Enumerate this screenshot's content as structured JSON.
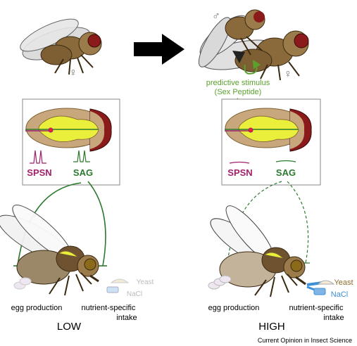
{
  "left": {
    "female_symbol": "♀",
    "spsn_label": "SPSN",
    "sag_label": "SAG",
    "egg_label": "egg production",
    "intake_label_1": "nutrient-specific",
    "intake_label_2": "intake",
    "yeast_label": "Yeast",
    "nacl_label": "NaCl",
    "state_label": "LOW"
  },
  "right": {
    "male_symbol": "♂",
    "female_symbol": "♀",
    "stimulus_line_1": "predictive stimulus",
    "stimulus_line_2": "(Sex Peptide)",
    "spsn_label": "SPSN",
    "sag_label": "SAG",
    "egg_label": "egg production",
    "intake_label_1": "nutrient-specific",
    "intake_label_2": "intake",
    "yeast_label": "Yeast",
    "nacl_label": "NaCl",
    "state_label": "HIGH"
  },
  "credit": "Current Opinion in Insect Science",
  "colors": {
    "spsn": "#a0226b",
    "sag": "#2d7a2f",
    "stimulus": "#5aa02c",
    "body_tan": "#9b7b4a",
    "eye_red": "#8b1a1a",
    "brain_yellow": "#e9ef3a",
    "nacl_blue": "#3d8fd6",
    "yeast_tan": "#8a6d2e"
  }
}
